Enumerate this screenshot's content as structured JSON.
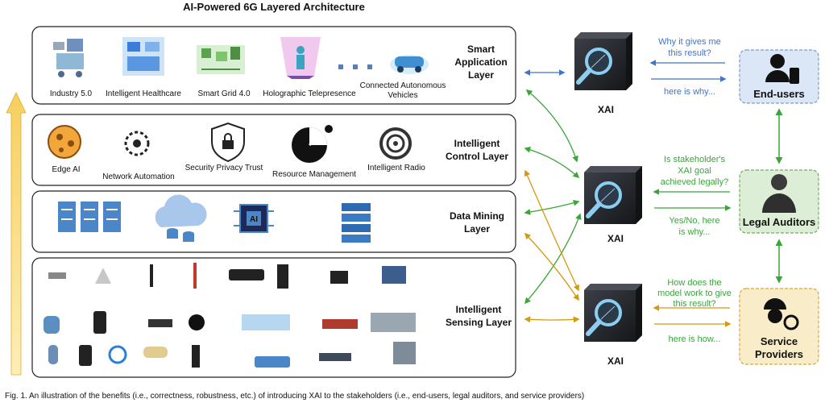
{
  "title": "AI-Powered 6G Layered Architecture",
  "layers": {
    "application": {
      "label": [
        "Smart",
        "Application",
        "Layer"
      ],
      "items": [
        "Industry 5.0",
        "Intelligent Healthcare",
        "Smart Grid 4.0",
        "Holographic Telepresence",
        "Connected Autonomous",
        "Vehicles"
      ]
    },
    "control": {
      "label": [
        "Intelligent",
        "Control Layer"
      ],
      "items": [
        "Edge AI",
        "Network Automation",
        "Security Privacy Trust",
        "Resource Management",
        "Intelligent Radio"
      ]
    },
    "mining": {
      "label": [
        "Data Mining",
        "Layer"
      ],
      "ai_chip_text": "AI"
    },
    "sensing": {
      "label": [
        "Intelligent",
        "Sensing Layer"
      ]
    }
  },
  "xai_label": "XAI",
  "stakeholders": {
    "end_users": "End-users",
    "legal_auditors": "Legal Auditors",
    "service_providers": [
      "Service",
      "Providers"
    ]
  },
  "messages": {
    "end_users_q": [
      "Why it gives me",
      "this result?"
    ],
    "end_users_a": "here is why...",
    "legal_q": [
      "Is stakeholder's",
      "XAI goal",
      "achieved legally?"
    ],
    "legal_a": [
      "Yes/No, here",
      "is why..."
    ],
    "provider_q": [
      "How does the",
      "model work to give",
      "this result?"
    ],
    "provider_a": "here is how..."
  },
  "caption": "Fig. 1.  An illustration of the benefits (i.e., correctness, robustness, etc.) of introducing XAI to the stakeholders (i.e., end-users, legal auditors, and service providers)",
  "colors": {
    "blue": "#3f74c9",
    "green": "#3aa53a",
    "orange": "#d39a10",
    "enduser_box": "#dbe6f7",
    "legal_box": "#dcefd6",
    "provider_box": "#f9edc9",
    "big_arrow": "#f6cf5e"
  }
}
